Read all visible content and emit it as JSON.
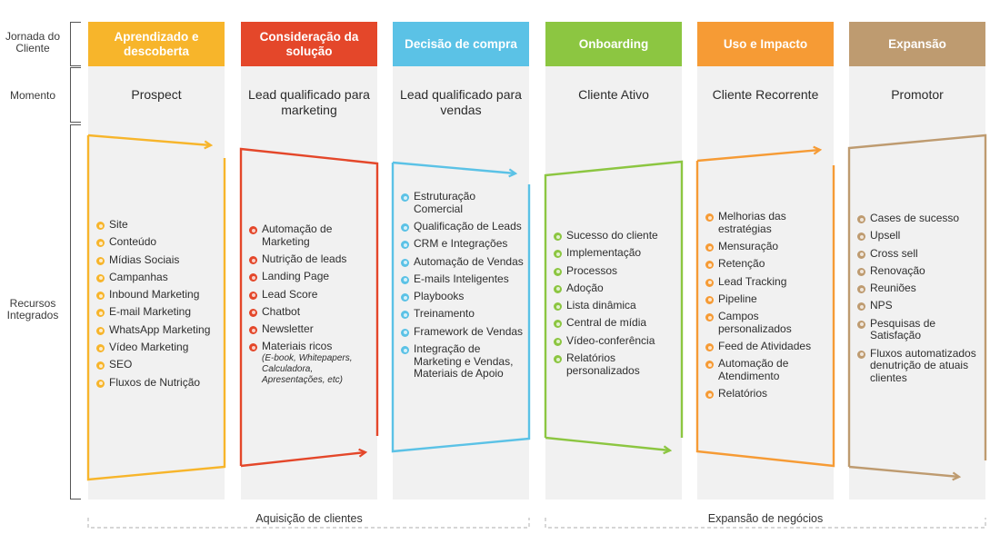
{
  "row_labels": {
    "jornada": "Jornada do Cliente",
    "momento": "Momento",
    "recursos": "Recursos Integrados"
  },
  "stages": [
    {
      "title": "Aprendizado e descoberta",
      "moment": "Prospect",
      "color": "#F7B52B",
      "resources": [
        "Site",
        "Conteúdo",
        "Mídias Sociais",
        "Campanhas",
        "Inbound Marketing",
        "E-mail Marketing",
        "WhatsApp Marketing",
        "Vídeo Marketing",
        "SEO",
        "Fluxos de Nutrição"
      ]
    },
    {
      "title": "Consideração da solução",
      "moment": "Lead qualificado para marketing",
      "color": "#E4472A",
      "resources": [
        "Automação de Marketing",
        "Nutrição de leads",
        "Landing Page",
        "Lead Score",
        "Chatbot",
        "Newsletter",
        "Materiais ricos"
      ],
      "note": "(E-book, Whitepapers, Calculadora, Apresentações, etc)"
    },
    {
      "title": "Decisão de compra",
      "moment": "Lead qualificado para vendas",
      "color": "#5BC2E6",
      "resources": [
        "Estruturação Comercial",
        "Qualificação de Leads",
        "CRM e Integrações",
        "Automação de Vendas",
        "E-mails Inteligentes",
        "Playbooks",
        "Treinamento",
        "Framework de Vendas",
        "Integração de Marketing e Vendas, Materiais de Apoio"
      ]
    },
    {
      "title": "Onboarding",
      "moment": "Cliente Ativo",
      "color": "#8CC641",
      "resources": [
        "Sucesso do cliente",
        "Implementação",
        "Processos",
        "Adoção",
        "Lista dinâmica",
        "Central de mídia",
        "Vídeo-conferência",
        "Relatórios personalizados"
      ]
    },
    {
      "title": "Uso e Impacto",
      "moment": "Cliente Recorrente",
      "color": "#F69B35",
      "resources": [
        "Melhorias das estratégias",
        "Mensuração",
        "Retenção",
        "Lead Tracking",
        "Pipeline",
        "Campos personalizados",
        "Feed de Atividades",
        "Automação de Atendimento",
        "Relatórios"
      ]
    },
    {
      "title": "Expansão",
      "moment": "Promotor",
      "color": "#BE9B70",
      "resources": [
        "Cases de sucesso",
        "Upsell",
        "Cross sell",
        "Renovação",
        "Reuniões",
        "NPS",
        "Pesquisas de Satisfação",
        "Fluxos automatizados denutrição de atuais clientes"
      ]
    }
  ],
  "bottom": {
    "acquisition": "Aquisição de clientes",
    "expansion": "Expansão de negócios"
  }
}
